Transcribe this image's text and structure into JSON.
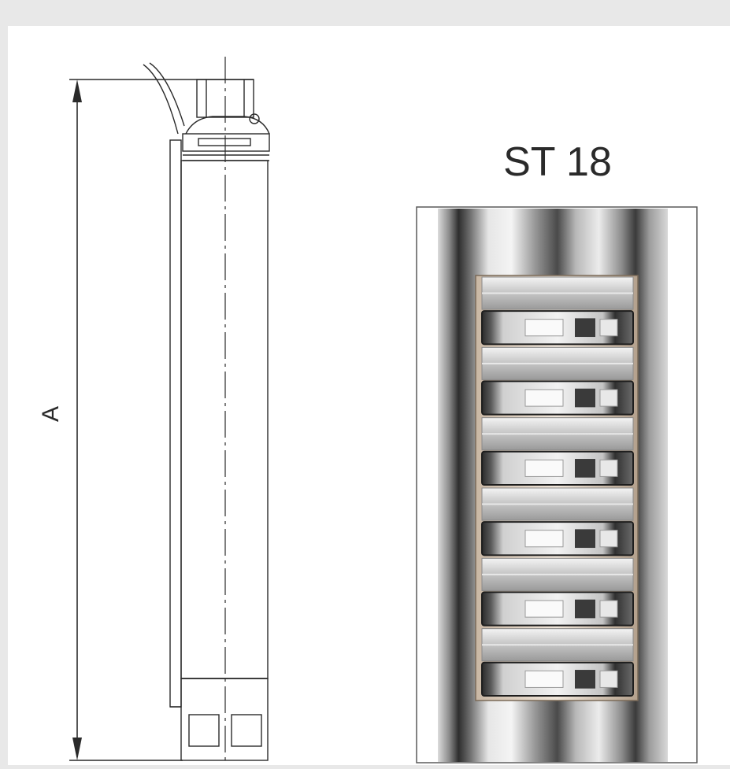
{
  "drawing": {
    "dimension_label": "A"
  },
  "photo": {
    "model_label": "ST 18",
    "stage_count": 6
  },
  "colors": {
    "page_background": "#e8e8e8",
    "panel_background": "#ffffff",
    "line": "#2a2a2a"
  }
}
